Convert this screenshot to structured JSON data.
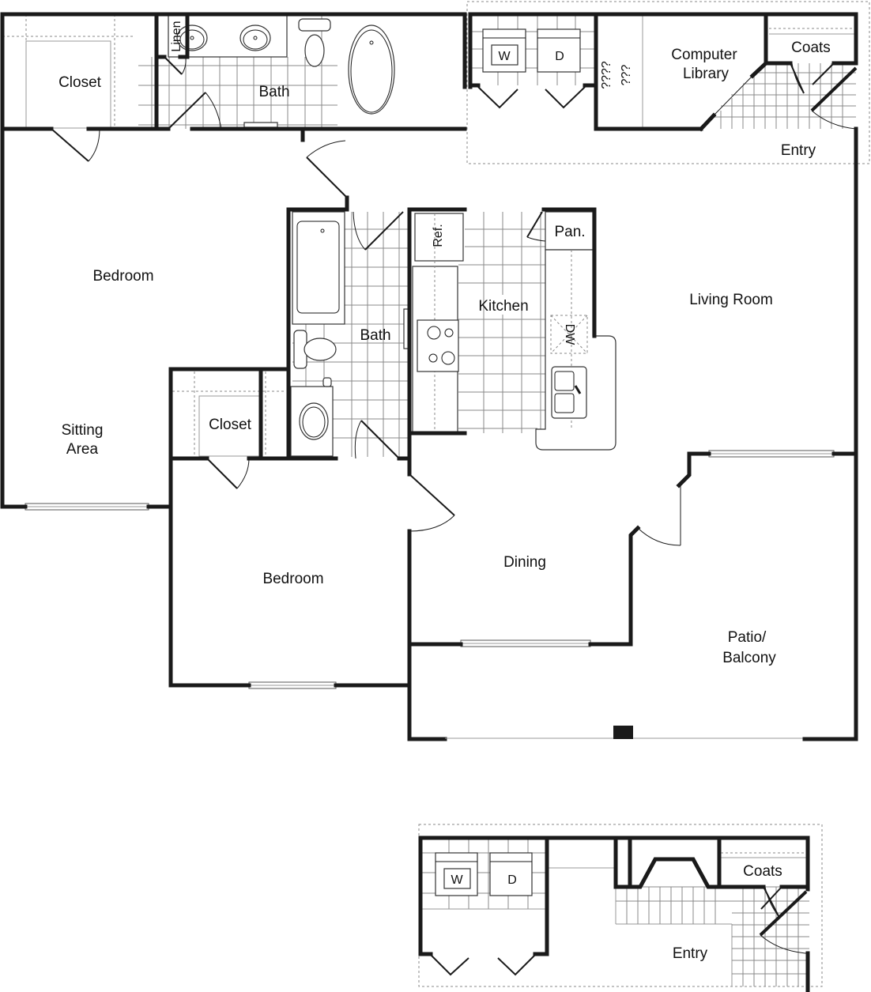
{
  "plan": {
    "rooms": {
      "closet_top": "Closet",
      "linen": "Linen",
      "bath_master": "Bath",
      "washer": "W",
      "dryer": "D",
      "shelves_marks_1": "????",
      "shelves_marks_2": "???",
      "computer_library_line1": "Computer",
      "computer_library_line2": "Library",
      "coats_top": "Coats",
      "entry_top": "Entry",
      "bedroom_master": "Bedroom",
      "sitting_line1": "Sitting",
      "sitting_line2": "Area",
      "bath_second": "Bath",
      "refrigerator": "Ref.",
      "kitchen": "Kitchen",
      "pantry": "Pan.",
      "dishwasher": "DW",
      "living_room": "Living Room",
      "closet_second": "Closet",
      "bedroom_second": "Bedroom",
      "dining": "Dining",
      "patio_line1": "Patio/",
      "patio_line2": "Balcony"
    },
    "alt_inset": {
      "washer": "W",
      "dryer": "D",
      "coats": "Coats",
      "entry": "Entry"
    }
  }
}
